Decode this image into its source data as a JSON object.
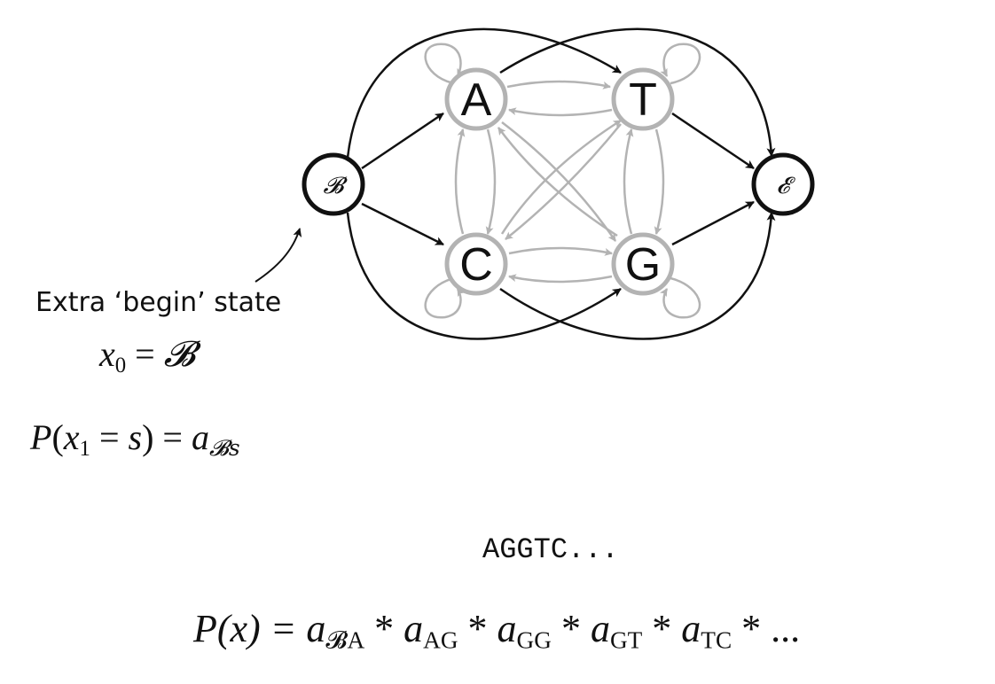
{
  "diagram": {
    "states": [
      {
        "id": "A",
        "label": "A",
        "kind": "emitting"
      },
      {
        "id": "T",
        "label": "T",
        "kind": "emitting"
      },
      {
        "id": "C",
        "label": "C",
        "kind": "emitting"
      },
      {
        "id": "G",
        "label": "G",
        "kind": "emitting"
      },
      {
        "id": "B",
        "label": "𝓑",
        "kind": "begin"
      },
      {
        "id": "E",
        "label": "𝓔",
        "kind": "end"
      }
    ],
    "edges": [
      {
        "from": "B",
        "to": "A"
      },
      {
        "from": "B",
        "to": "C"
      },
      {
        "from": "B",
        "to": "T"
      },
      {
        "from": "B",
        "to": "G"
      },
      {
        "from": "A",
        "to": "E"
      },
      {
        "from": "T",
        "to": "E"
      },
      {
        "from": "C",
        "to": "E"
      },
      {
        "from": "G",
        "to": "E"
      },
      {
        "from": "A",
        "to": "T"
      },
      {
        "from": "T",
        "to": "A"
      },
      {
        "from": "C",
        "to": "G"
      },
      {
        "from": "G",
        "to": "C"
      },
      {
        "from": "A",
        "to": "C"
      },
      {
        "from": "C",
        "to": "A"
      },
      {
        "from": "T",
        "to": "G"
      },
      {
        "from": "G",
        "to": "T"
      },
      {
        "from": "A",
        "to": "G"
      },
      {
        "from": "G",
        "to": "A"
      },
      {
        "from": "T",
        "to": "C"
      },
      {
        "from": "C",
        "to": "T"
      },
      {
        "from": "A",
        "to": "A"
      },
      {
        "from": "T",
        "to": "T"
      },
      {
        "from": "C",
        "to": "C"
      },
      {
        "from": "G",
        "to": "G"
      }
    ],
    "colors": {
      "inner": "#b3b3b3",
      "outer": "#111111"
    }
  },
  "annotation": {
    "caption": "Extra ‘begin’ state"
  },
  "formula1": {
    "x": "x",
    "sub": "0",
    "eq": "=",
    "b": "𝓑"
  },
  "formula2": {
    "P": "P",
    "open": "(",
    "x": "x",
    "sub": "1",
    "eq": "=",
    "s": "s",
    "close": ")",
    "eq2": "=",
    "a": "a",
    "subscript": "𝓑s"
  },
  "sequence": "AGGTC...",
  "formula3": {
    "lhs": "P(x) = ",
    "terms": [
      {
        "a": "a",
        "sub": "𝓑A"
      },
      {
        "a": "a",
        "sub": "AG"
      },
      {
        "a": "a",
        "sub": "GG"
      },
      {
        "a": "a",
        "sub": "GT"
      },
      {
        "a": "a",
        "sub": "TC"
      }
    ],
    "op": "*",
    "tail": "..."
  }
}
